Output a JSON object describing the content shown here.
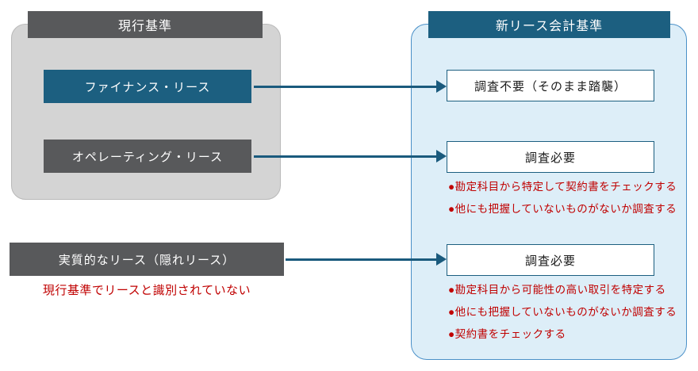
{
  "diagram": {
    "left": {
      "header": "現行基準",
      "finance_box": "ファイナンス・リース",
      "operating_box": "オペレーティング・リース",
      "hidden_box": "実質的なリース（隠れリース）",
      "hidden_note": "現行基準でリースと識別されていない"
    },
    "right": {
      "header": "新リース会計基準",
      "result1": "調査不要（そのまま踏襲）",
      "result2": "調査必要",
      "result2_notes": [
        "●勘定科目から特定して契約書をチェックする",
        "●他にも把握していないものがないか調査する"
      ],
      "result3": "調査必要",
      "result3_notes": [
        "●勘定科目から可能性の高い取引を特定する",
        "●他にも把握していないものがないか調査する",
        "●契約書をチェックする"
      ]
    }
  },
  "colors": {
    "teal": "#1c5f80",
    "dark_gray": "#58595b",
    "light_gray_bg": "#d4d4d4",
    "light_blue_bg": "#ddeef8",
    "blue_border": "#4a90c8",
    "arrow": "#1a5a7d",
    "red_text": "#c00000",
    "box_border": "#1c5f80"
  }
}
